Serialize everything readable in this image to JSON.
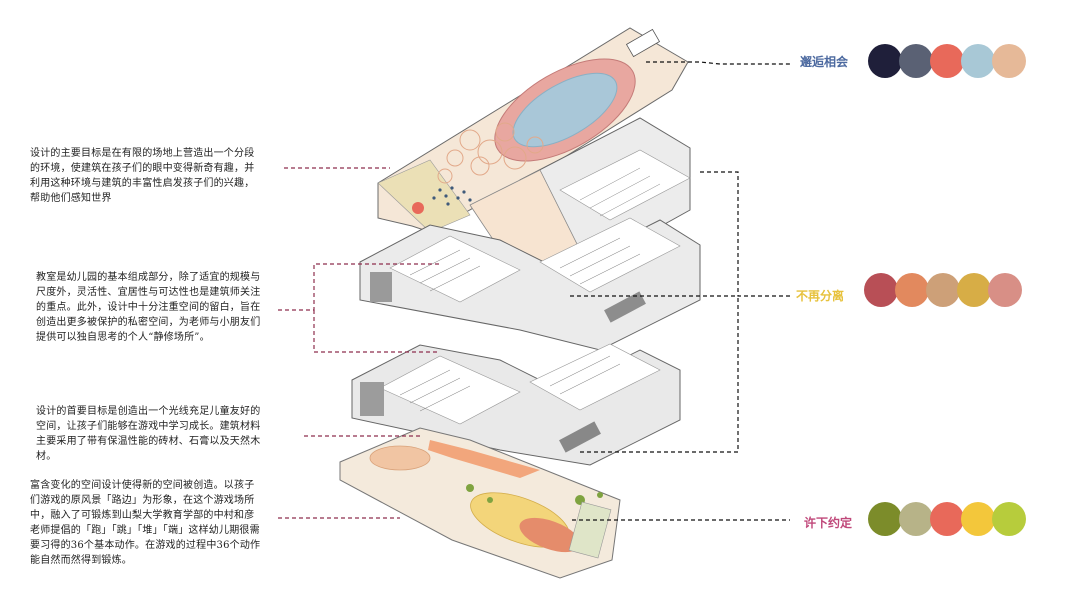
{
  "paragraphs": {
    "p1": "设计的主要目标是在有限的场地上营造出一个分段的环境，使建筑在孩子们的眼中变得新奇有趣，并利用这种环境与建筑的丰富性启发孩子们的兴趣，帮助他们感知世界",
    "p2": "教室是幼儿园的基本组成部分，除了适宜的规模与尺度外，灵活性、宜居性与可达性也是建筑师关注的重点。此外，设计中十分注重空间的留白，旨在创造出更多被保护的私密空间，为老师与小朋友们提供可以独自思考的个人“静修场所”。",
    "p3": "设计的首要目标是创造出一个光线充足儿童友好的空间，让孩子们能够在游戏中学习成长。建筑材料主要采用了带有保温性能的砖材、石膏以及天然木材。",
    "p4": "富含变化的空间设计使得新的空间被创造。以孩子们游戏的原风景「路边」为形象，在这个游戏场所中，融入了可锻炼到山梨大学教育学部的中村和彦老师提倡的「跑」「跳」「堆」「端」这样幼儿期很需要习得的36个基本动作。在游戏的过程中36个动作能自然而然得到锻炼。"
  },
  "labels": {
    "top": "邂逅相会",
    "middle": "不再分离",
    "bottom": "许下约定"
  },
  "palettes": {
    "top": [
      "#1f1f3a",
      "#5a6174",
      "#e8695a",
      "#a8c8d6",
      "#e6b998"
    ],
    "middle": [
      "#b84f56",
      "#e2895e",
      "#cda078",
      "#d7ad46",
      "#d88f86"
    ],
    "bottom": [
      "#7c8c2a",
      "#b7b388",
      "#e8695a",
      "#f3c73b",
      "#b7cc3c"
    ]
  },
  "colors": {
    "label_top": "#4d6aa0",
    "label_middle": "#e7c23d",
    "label_bottom": "#c0487a",
    "leader": "#8e2e4e"
  }
}
